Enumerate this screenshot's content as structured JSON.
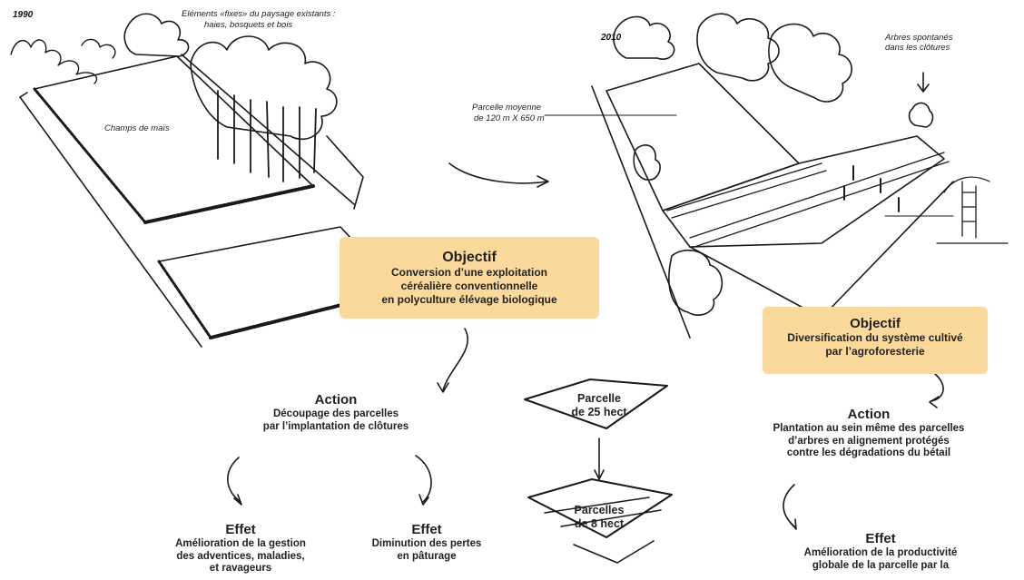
{
  "left_scene": {
    "year": "1990",
    "note_fixed": [
      "Eléments «fixes» du paysage existants :",
      "haies, bosquets et bois"
    ],
    "note_field": "Champs de maïs"
  },
  "right_scene": {
    "year": "2010",
    "note_parcel": [
      "Parcelle moyenne",
      "de 120 m X 650 m"
    ],
    "note_trees": [
      "Arbres spontanés",
      "dans les clôtures"
    ]
  },
  "objective_1": {
    "heading": "Objectif",
    "lines": [
      "Conversion d’une exploitation",
      "céréalière conventionnelle",
      "en polyculture élévage biologique"
    ]
  },
  "objective_2": {
    "heading": "Objectif",
    "lines": [
      "Diversification du système cultivé",
      "par l’agroforesterie"
    ]
  },
  "action_1": {
    "heading": "Action",
    "lines": [
      "Découpage des parcelles",
      "par l’implantation de clôtures"
    ]
  },
  "action_2": {
    "heading": "Action",
    "lines": [
      "Plantation au sein même des parcelles",
      "d’arbres en alignement protégés",
      "contre les dégradations du bétail"
    ]
  },
  "effect_1": {
    "heading": "Effet",
    "lines": [
      "Amélioration de la gestion",
      "des adventices, maladies,",
      "et ravageurs"
    ]
  },
  "effect_2": {
    "heading": "Effet",
    "lines": [
      "Diminution des pertes",
      "en pâturage"
    ]
  },
  "effect_3": {
    "heading": "Effet",
    "lines": [
      "Amélioration de la productivité",
      "globale de la parcelle par la"
    ]
  },
  "parcel_1": [
    "Parcelle",
    "de 25 hect"
  ],
  "parcel_2": [
    "Parcelles",
    "de 8 hect"
  ],
  "colors": {
    "objective_box": "#fbd99a",
    "ink": "#1a1a1a"
  }
}
